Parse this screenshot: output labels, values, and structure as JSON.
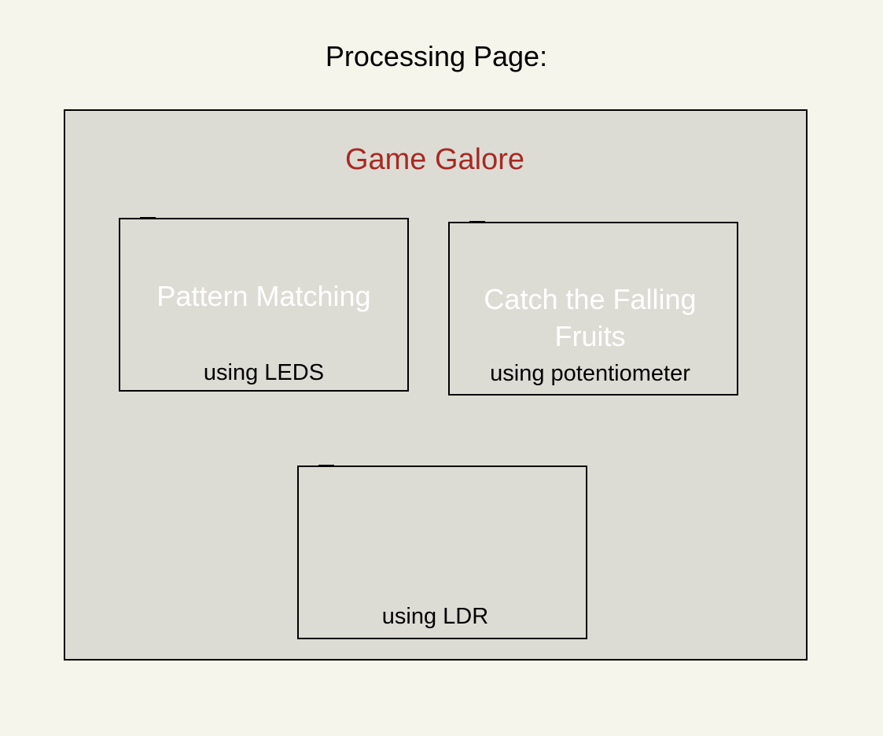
{
  "page": {
    "heading": "Processing Page:"
  },
  "panel": {
    "title": "Game Galore",
    "title_color": "#a72a23",
    "background_color": "#dddcd4"
  },
  "cards": [
    {
      "title": "Pattern Matching",
      "subtitle": "using LEDS"
    },
    {
      "title": "Catch the Falling Fruits",
      "subtitle": "using potentiometer"
    },
    {
      "title": "",
      "subtitle": "using LDR"
    }
  ]
}
